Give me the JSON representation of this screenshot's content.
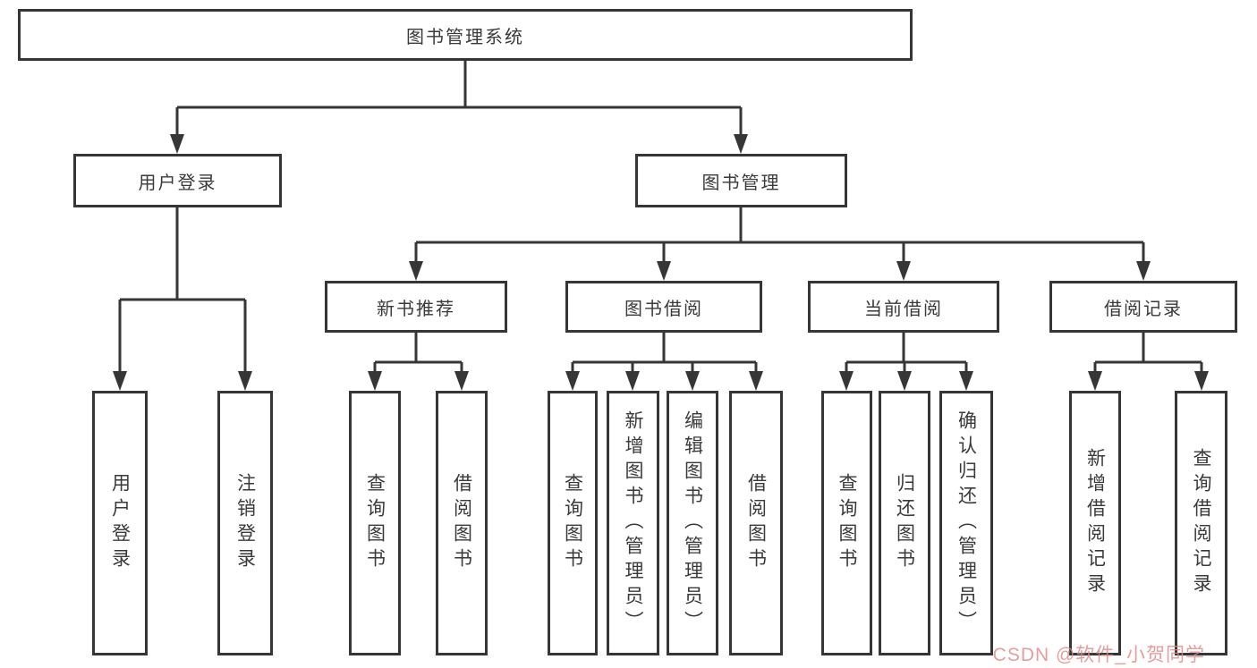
{
  "diagram": {
    "title": "图书管理系统",
    "watermark": "CSDN @软件_小贺同学",
    "colors": {
      "line": "#363636",
      "box_border": "#363636",
      "text": "#3a3a3a",
      "background": "#ffffff",
      "watermark": "#e08888"
    },
    "nodes": {
      "root": {
        "label": "图书管理系统"
      },
      "login": {
        "label": "用户登录"
      },
      "mgmt": {
        "label": "图书管理"
      },
      "login_user": {
        "label": "用户登录"
      },
      "login_logout": {
        "label": "注销登录"
      },
      "rec": {
        "label": "新书推荐"
      },
      "borrow": {
        "label": "图书借阅"
      },
      "current": {
        "label": "当前借阅"
      },
      "records": {
        "label": "借阅记录"
      },
      "rec_query": {
        "label": "查询图书"
      },
      "rec_borrow": {
        "label": "借阅图书"
      },
      "borrow_query": {
        "label": "查询图书"
      },
      "borrow_add": {
        "label": "新增图书（管理员）"
      },
      "borrow_edit": {
        "label": "编辑图书（管理员）"
      },
      "borrow_borrow": {
        "label": "借阅图书"
      },
      "current_query": {
        "label": "查询图书"
      },
      "current_return": {
        "label": "归还图书"
      },
      "current_confirm": {
        "label": "确认归还（管理员）"
      },
      "records_add": {
        "label": "新增借阅记录"
      },
      "records_query": {
        "label": "查询借阅记录"
      }
    },
    "hierarchy": {
      "图书管理系统": [
        "用户登录",
        "图书管理"
      ],
      "用户登录": [
        "用户登录",
        "注销登录"
      ],
      "图书管理": [
        "新书推荐",
        "图书借阅",
        "当前借阅",
        "借阅记录"
      ],
      "新书推荐": [
        "查询图书",
        "借阅图书"
      ],
      "图书借阅": [
        "查询图书",
        "新增图书（管理员）",
        "编辑图书（管理员）",
        "借阅图书"
      ],
      "当前借阅": [
        "查询图书",
        "归还图书",
        "确认归还（管理员）"
      ],
      "借阅记录": [
        "新增借阅记录",
        "查询借阅记录"
      ]
    }
  }
}
